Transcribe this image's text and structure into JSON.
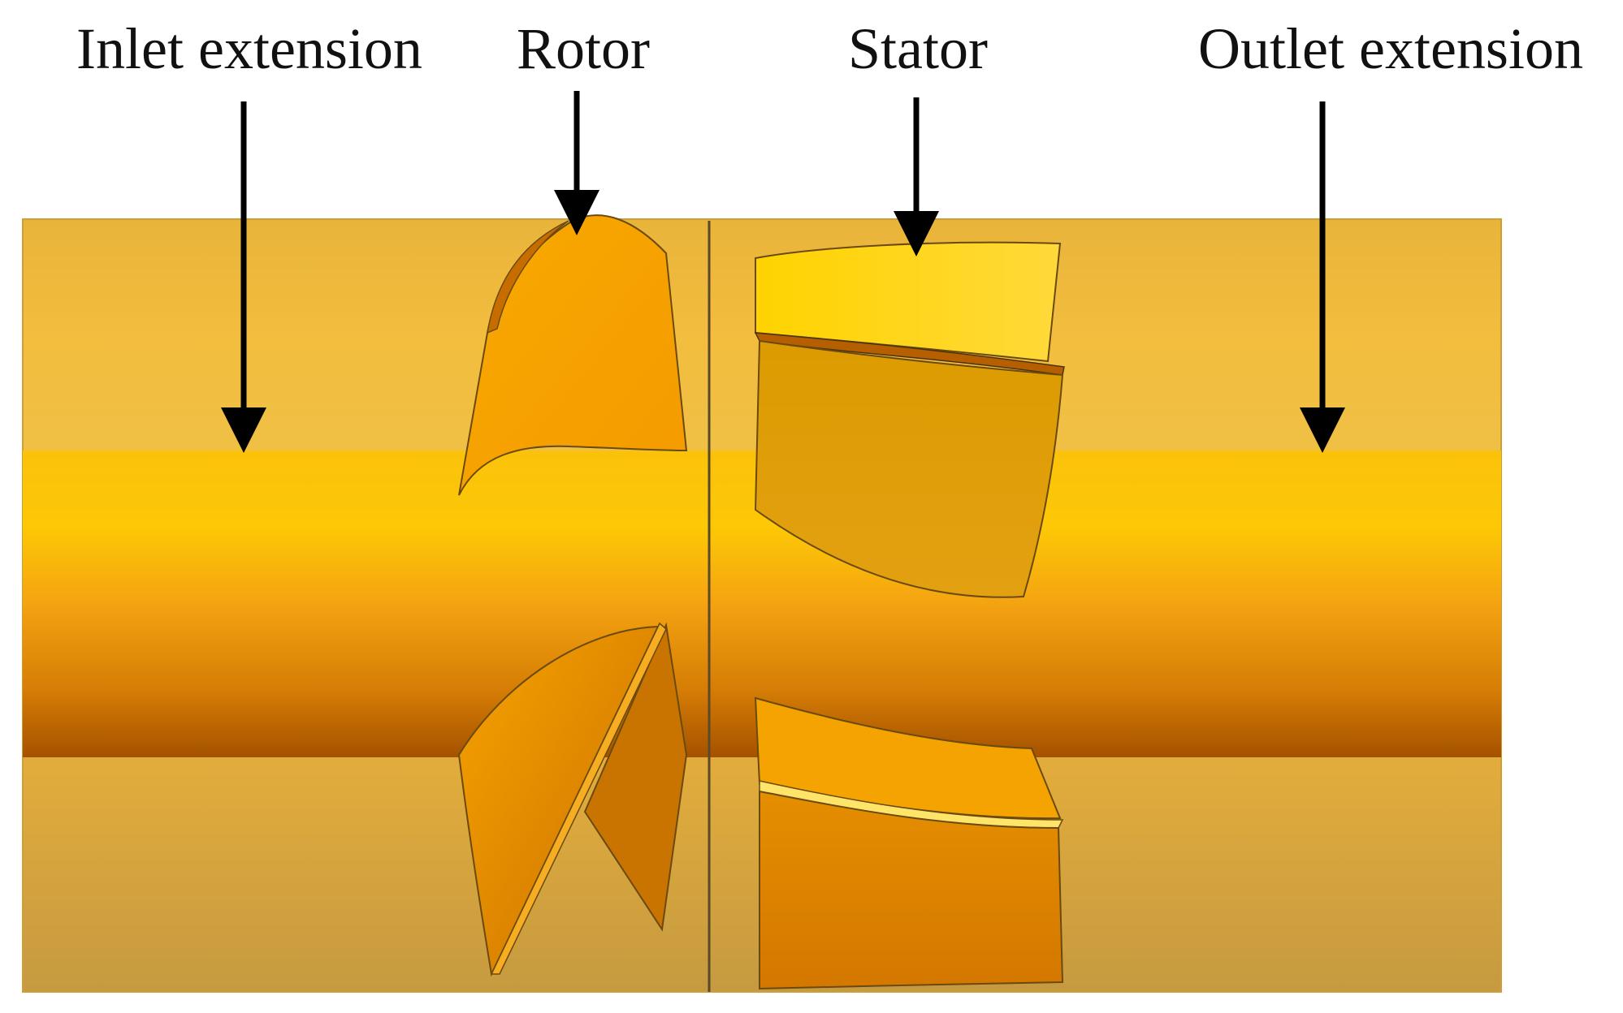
{
  "labels": {
    "inlet": "Inlet extension",
    "rotor": "Rotor",
    "stator": "Stator",
    "outlet": "Outlet extension"
  },
  "colors": {
    "casing_light": "#efbd42",
    "casing_mid": "#e3ad35",
    "casing_dark": "#c99a3e",
    "hub_top": "#fcc708",
    "hub_bottom": "#a85500",
    "blade_orange": "#f2a100",
    "blade_yellow": "#ffd200",
    "blade_dark": "#c76f00",
    "outline": "#5a4010",
    "arrow": "#000000",
    "text": "#111111"
  }
}
